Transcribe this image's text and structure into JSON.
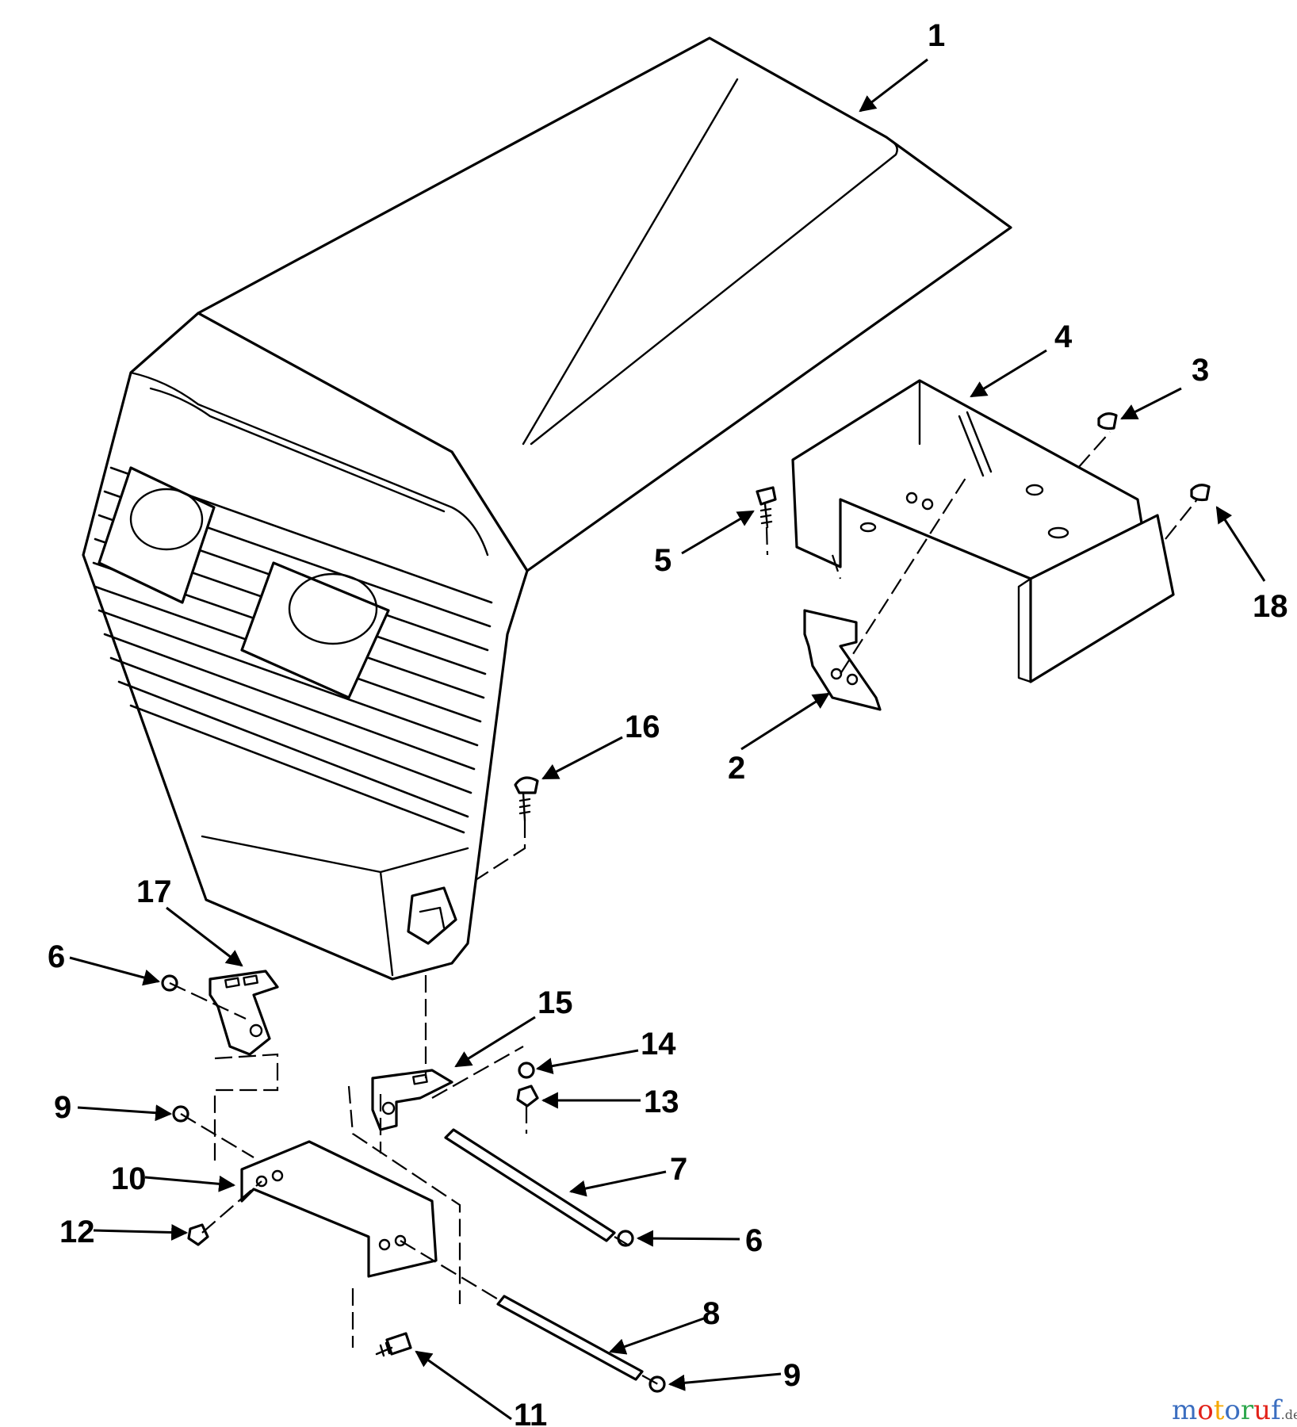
{
  "diagram": {
    "callouts": [
      "1",
      "2",
      "3",
      "4",
      "5",
      "6",
      "6",
      "7",
      "8",
      "9",
      "9",
      "10",
      "11",
      "12",
      "13",
      "14",
      "15",
      "16",
      "17",
      "18"
    ]
  },
  "watermark": {
    "text": "motoruf",
    "suffix": ".de",
    "colors": [
      "#3b6ec0",
      "#e2231a",
      "#f6a800",
      "#3b6ec0",
      "#2fa84f",
      "#e2231a",
      "#3b6ec0"
    ]
  }
}
